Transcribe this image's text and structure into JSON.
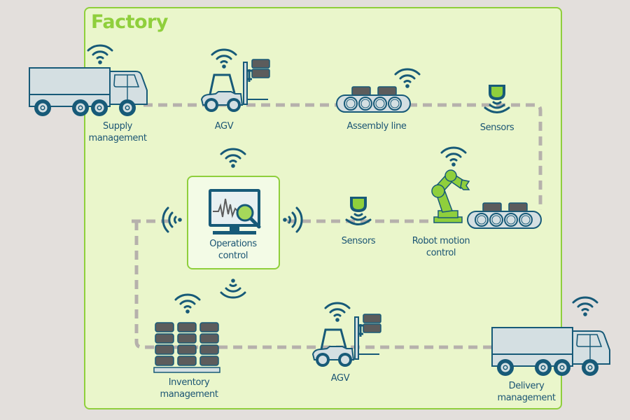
{
  "title": "Factory",
  "colors": {
    "accent_green": "#8fcf3c",
    "dark_teal": "#175a78",
    "box_gray": "#5c5c5c",
    "light_fill": "#d4dfe2",
    "background": "#e3dfdc",
    "factory_fill": "#eaf6cb",
    "dashed_path": "#b6b1ac"
  },
  "nodes": {
    "supply": {
      "label_line1": "Supply",
      "label_line2": "management",
      "icon": "truck-icon"
    },
    "agv_top": {
      "label": "AGV",
      "icon": "forklift-icon"
    },
    "assembly": {
      "label": "Assembly line",
      "icon": "conveyor-icon"
    },
    "sensors_top": {
      "label": "Sensors",
      "icon": "sensor-icon"
    },
    "operations": {
      "label_line1": "Operations",
      "label_line2": "control",
      "icon": "monitor-search-icon"
    },
    "sensors_mid": {
      "label": "Sensors",
      "icon": "sensor-icon"
    },
    "robot": {
      "label_line1": "Robot motion",
      "label_line2": "control",
      "icon": "robot-arm-icon"
    },
    "inventory": {
      "label_line1": "Inventory",
      "label_line2": "management",
      "icon": "pallet-stack-icon"
    },
    "agv_bottom": {
      "label": "AGV",
      "icon": "forklift-icon"
    },
    "delivery": {
      "label_line1": "Delivery",
      "label_line2": "management",
      "icon": "truck-icon"
    }
  }
}
